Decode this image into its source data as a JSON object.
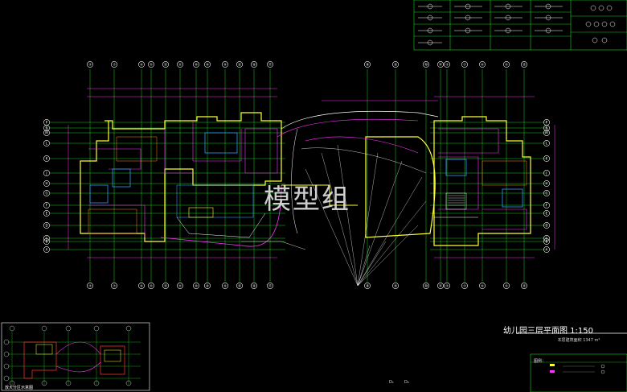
{
  "drawing": {
    "title": "幼儿园三层平面图  1:150",
    "subtitle": "本层建筑面积 1347 m²",
    "watermark": "模型组",
    "legend_title": "图例：",
    "keyplan_label": "放大分区示意图",
    "bottom_ref_1": "D₁",
    "bottom_ref_2": "D₂"
  },
  "grid_axis_top": [
    "③",
    "⑦",
    "⑥",
    "⑤",
    "⑬",
    "⑪",
    "⑩",
    "⑧",
    "⑨",
    "⑮",
    "⑯",
    "⑰",
    "⑱",
    "⑲",
    "⑳",
    "㉑"
  ],
  "grid_axis_side": [
    "P",
    "N",
    "M",
    "L",
    "K",
    "J",
    "H",
    "G",
    "F",
    "E",
    "D",
    "C",
    "B",
    "A"
  ],
  "colors": {
    "grid": "#19d219",
    "walls": "#ffff33",
    "dims": "#ff33ff",
    "rooms": "#ff8c1a",
    "accent": "#3399ff",
    "white": "#ffffff"
  },
  "icons": [
    "axis-bubble-icon",
    "stair-icon",
    "door-swing-icon"
  ]
}
